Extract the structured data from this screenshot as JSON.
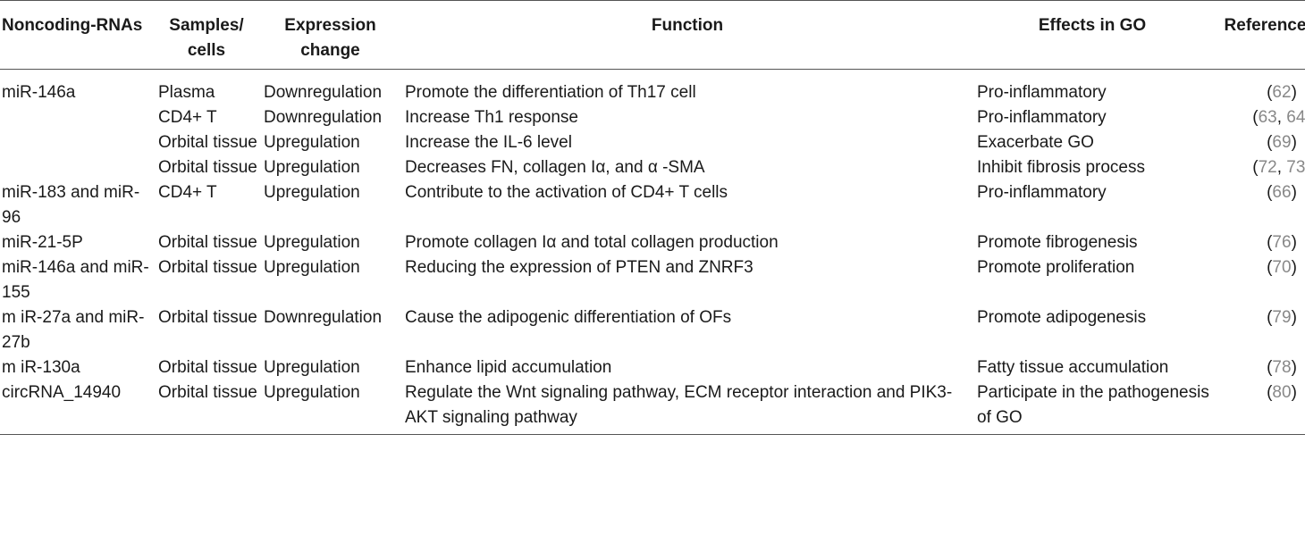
{
  "headers": [
    "Noncoding-RNAs",
    "Samples/ cells",
    "Expression change",
    "Function",
    "Effects in GO",
    "References"
  ],
  "rows": [
    {
      "rna": "miR-146a",
      "sample": "Plasma",
      "expr": "Downregulation",
      "func": "Promote the differentiation of Th17 cell",
      "effect": "Pro-inflammatory",
      "refs": [
        "62"
      ]
    },
    {
      "rna": "",
      "sample": "CD4+ T",
      "expr": "Downregulation",
      "func": "Increase Th1 response",
      "effect": "Pro-inflammatory",
      "refs": [
        "63",
        "64"
      ]
    },
    {
      "rna": "",
      "sample": "Orbital tissue",
      "expr": "Upregulation",
      "func": "Increase the IL-6 level",
      "effect": "Exacerbate GO",
      "refs": [
        "69"
      ]
    },
    {
      "rna": "",
      "sample": "Orbital tissue",
      "expr": "Upregulation",
      "func": "Decreases FN, collagen Iα, and α -SMA",
      "effect": "Inhibit fibrosis process",
      "refs": [
        "72",
        "73"
      ]
    },
    {
      "rna": "miR-183 and miR-96",
      "sample": "CD4+ T",
      "expr": "Upregulation",
      "func": "Contribute to the activation of CD4+ T cells",
      "effect": "Pro-inflammatory",
      "refs": [
        "66"
      ]
    },
    {
      "rna": "miR-21-5P",
      "sample": "Orbital tissue",
      "expr": "Upregulation",
      "func": "Promote collagen Iα and total collagen production",
      "effect": "Promote fibrogenesis",
      "refs": [
        "76"
      ]
    },
    {
      "rna": "miR-146a and miR-155",
      "sample": "Orbital tissue",
      "expr": "Upregulation",
      "func": "Reducing the expression of PTEN and ZNRF3",
      "effect": "Promote proliferation",
      "refs": [
        "70"
      ]
    },
    {
      "rna": "m iR-27a and miR-27b",
      "sample": "Orbital tissue",
      "expr": "Downregulation",
      "func": "Cause the adipogenic differentiation of OFs",
      "effect": "Promote adipogenesis",
      "refs": [
        "79"
      ]
    },
    {
      "rna": "m iR-130a",
      "sample": "Orbital tissue",
      "expr": "Upregulation",
      "func": "Enhance lipid accumulation",
      "effect": "Fatty tissue accumulation",
      "refs": [
        "78"
      ]
    },
    {
      "rna": "circRNA_14940",
      "sample": "Orbital tissue",
      "expr": "Upregulation",
      "func": "Regulate the Wnt signaling pathway, ECM receptor interaction and PIK3-AKT signaling pathway",
      "effect": "Participate in the pathogenesis of GO",
      "refs": [
        "80"
      ]
    }
  ]
}
